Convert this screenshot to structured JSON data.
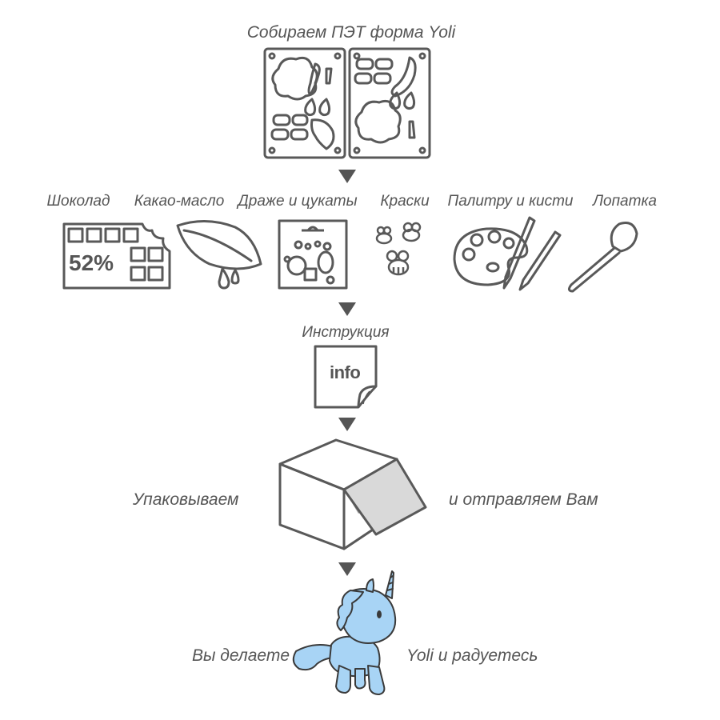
{
  "colors": {
    "stroke": "#595959",
    "text": "#555555",
    "unicorn": "#a8d4f5",
    "unicorn_stroke": "#3a3a3a",
    "box_flap": "#d9d9d9"
  },
  "step1": {
    "title": "Собираем ПЭТ форма Yoli"
  },
  "step2": {
    "items": [
      {
        "label": "Шоколад",
        "icon": "chocolate-bar-icon",
        "text": "52%"
      },
      {
        "label": "Какао-масло",
        "icon": "cocoa-bean-icon"
      },
      {
        "label": "Драже и цукаты",
        "icon": "candy-pack-icon"
      },
      {
        "label": "Краски",
        "icon": "bees-paint-icon"
      },
      {
        "label": "Палитру и кисти",
        "icon": "palette-brushes-icon"
      },
      {
        "label": "Лопатка",
        "icon": "spatula-icon"
      }
    ]
  },
  "step3": {
    "title": "Инструкция",
    "icon_text": "info"
  },
  "step4": {
    "left": "Упаковываем",
    "right": "и отправляем Вам"
  },
  "step5": {
    "left": "Вы делаете",
    "right": "Yoli и радуетесь",
    "icon": "unicorn-icon"
  }
}
